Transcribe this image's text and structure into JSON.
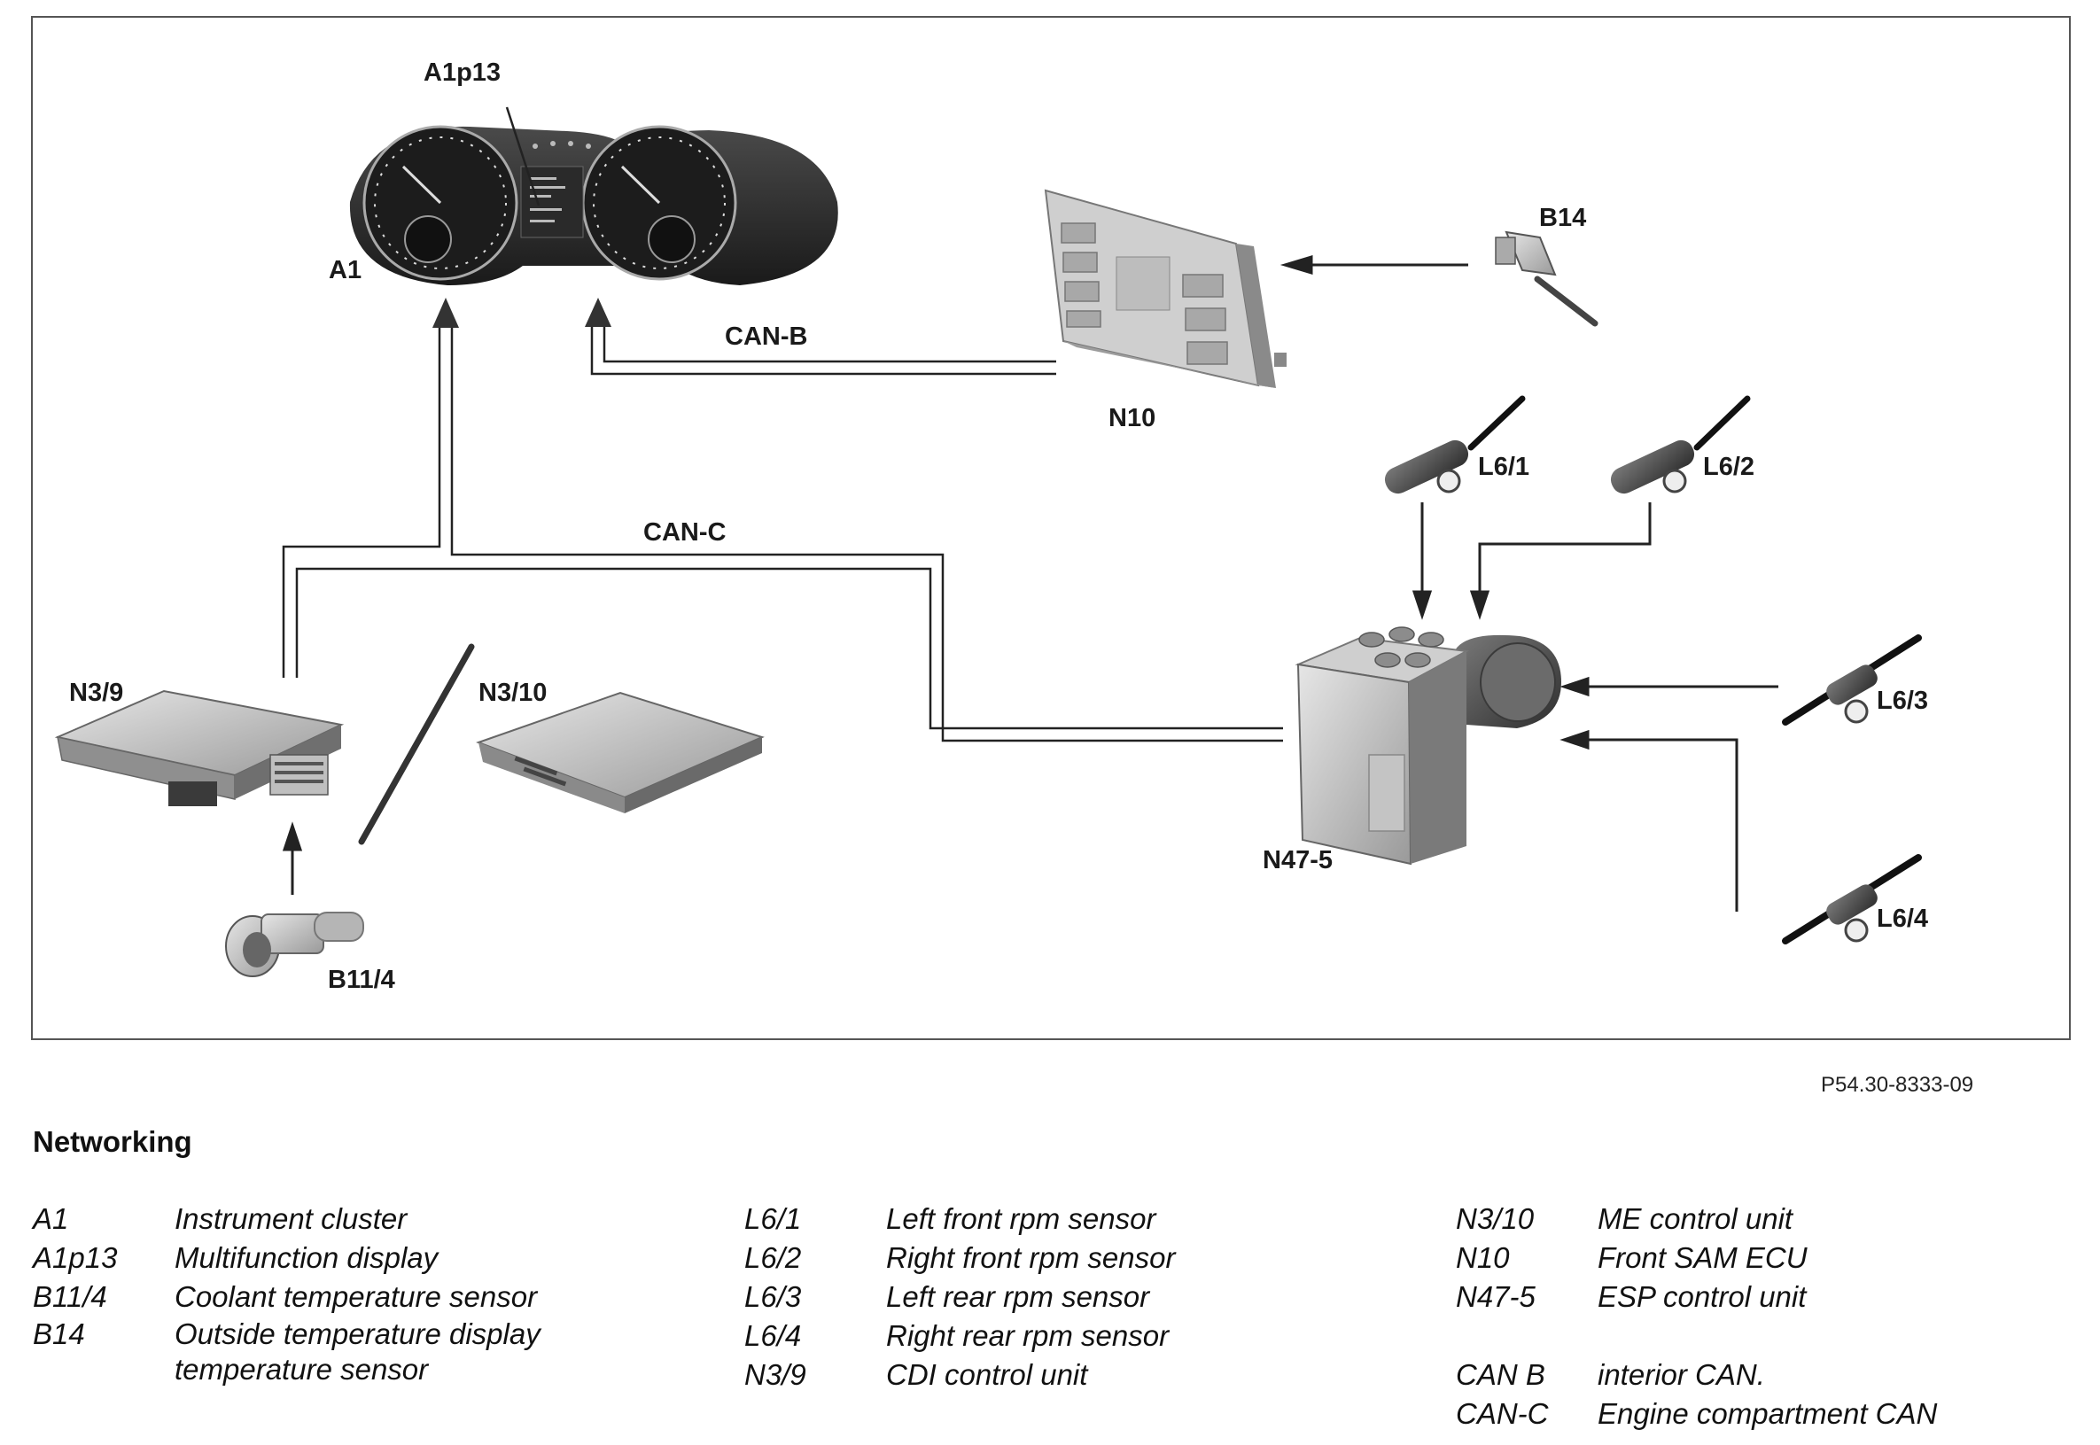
{
  "diagram": {
    "labels": {
      "a1p13": "A1p13",
      "a1": "A1",
      "b14": "B14",
      "can_b": "CAN-B",
      "n10": "N10",
      "l6_1": "L6/1",
      "l6_2": "L6/2",
      "can_c": "CAN-C",
      "n3_9": "N3/9",
      "n3_10": "N3/10",
      "l6_3": "L6/3",
      "n47_5": "N47-5",
      "l6_4": "L6/4",
      "b11_4": "B11/4"
    },
    "doc_id": "P54.30-8333-09"
  },
  "legend": {
    "title": "Networking",
    "col1": [
      {
        "code": "A1",
        "desc": "Instrument cluster"
      },
      {
        "code": "A1p13",
        "desc": "Multifunction display"
      },
      {
        "code": "B11/4",
        "desc": "Coolant temperature sensor"
      },
      {
        "code": "B14",
        "desc": "Outside temperature display temperature sensor"
      }
    ],
    "col2": [
      {
        "code": "L6/1",
        "desc": "Left front rpm sensor"
      },
      {
        "code": "L6/2",
        "desc": "Right front rpm sensor"
      },
      {
        "code": "L6/3",
        "desc": "Left rear rpm sensor"
      },
      {
        "code": "L6/4",
        "desc": "Right rear rpm sensor"
      },
      {
        "code": "N3/9",
        "desc": "CDI control unit"
      }
    ],
    "col3": [
      {
        "code": "N3/10",
        "desc": "ME control unit"
      },
      {
        "code": "N10",
        "desc": "Front SAM ECU"
      },
      {
        "code": "N47-5",
        "desc": "ESP control unit"
      }
    ],
    "col3_bus": [
      {
        "code": "CAN B",
        "desc": "interior CAN."
      },
      {
        "code": "CAN-C",
        "desc": "Engine compartment CAN"
      }
    ]
  }
}
